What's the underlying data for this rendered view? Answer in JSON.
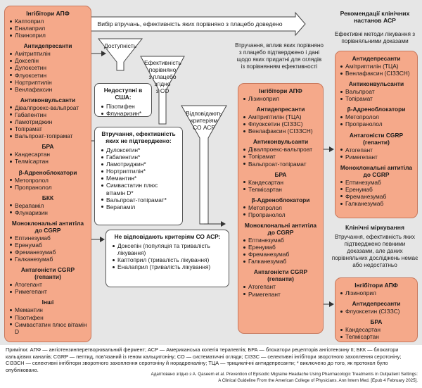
{
  "banner": {
    "text": "Вибір втручань, ефективність яких порівняно з плацебо доведено"
  },
  "funnels": {
    "accessibility": "Доступність",
    "efficacy_lines": [
      "Ефективність",
      "порівняно",
      "з плацебо",
      "згідно",
      "з СО"
    ],
    "acp_lines": [
      "Відповідають",
      "критеріям",
      "СО АСР"
    ]
  },
  "left_panel": {
    "groups": [
      {
        "title": "Інгібітори АПФ",
        "items": [
          "Каптоприл",
          "Еналаприл",
          "Лізиноприл"
        ]
      },
      {
        "title": "Антидепресанти",
        "items": [
          "Амітриптилін",
          "Доксепін",
          "Дулоксетин",
          "Флуоксетин",
          "Нортриптилін",
          "Венлафаксин"
        ]
      },
      {
        "title": "Антиконвульсанти",
        "items": [
          "Дівалпроекс-вальпроат",
          "Габапентин",
          "Ламотриджин",
          "Топірамат",
          "Вальпроат-топірамат"
        ]
      },
      {
        "title": "БРА",
        "items": [
          "Кандесартан",
          "Телмісартан"
        ]
      },
      {
        "title": "β-Адреноблокатори",
        "items": [
          "Метопролол",
          "Пропранолол"
        ]
      },
      {
        "title": "БКК",
        "items": [
          "Верапаміл",
          "Флунаризин"
        ]
      },
      {
        "title": "Моноклональні антитіла до CGRP",
        "items": [
          "Ептинезумаб",
          "Еренумаб",
          "Фреманезумаб",
          "Галканезумаб"
        ]
      },
      {
        "title": "Антагоністи CGRP (гепанти)",
        "items": [
          "Атогепант",
          "Римегепант"
        ]
      },
      {
        "title": "Інші",
        "items": [
          "Мемантин",
          "Пізотифен",
          "Симвастатин плюс вітамін D"
        ]
      }
    ]
  },
  "unavailable": {
    "title": "Недоступні в США:",
    "items": [
      "Пізотифен",
      "Флунаризин*"
    ]
  },
  "not_effective": {
    "title": "Втручання, ефективність яких не підтверджено:",
    "items": [
      "Дулоксетин*",
      "Габапентин*",
      "Ламотриджин*",
      "Нортриптилін*",
      "Мемантин*",
      "Симвастатин плюс вітамін D*",
      "Вальпроат-топірамат*",
      "Верапаміл"
    ]
  },
  "not_acp": {
    "title": "Не відповідають критеріям СО АСР:",
    "items": [
      "Доксепін (популяція та тривалість лікування)",
      "Каптоприл (тривалість лікування)",
      "Еналаприл (тривалість лікування)"
    ]
  },
  "middle_caption": "Втручання, вплив яких порівняно з плацебо підтверджено і дані щодо яких придатні для оглядів із порівнянням ефективності",
  "middle_panel": {
    "groups": [
      {
        "title": "Інгібітори АПФ",
        "items": [
          "Лізиноприл"
        ]
      },
      {
        "title": "Антидепресанти",
        "items": [
          "Амітриптилін (ТЦА)",
          "Флуоксетин (СІЗЗС)",
          "Венлафаксин (СІЗЗСН)"
        ]
      },
      {
        "title": "Антиконвульсанти",
        "items": [
          "Дівалпроекс-вальпроат",
          "Топірамат",
          "Вальпроат-топірамат"
        ]
      },
      {
        "title": "БРА",
        "items": [
          "Кандесартан",
          "Телмісартан"
        ]
      },
      {
        "title": "β-Адреноблокатори",
        "items": [
          "Метопролол",
          "Пропранолол"
        ]
      },
      {
        "title": "Моноклональні антитіла до CGRP",
        "items": [
          "Ептинезумаб",
          "Еренумаб",
          "Фреманезумаб",
          "Галканезумаб"
        ]
      },
      {
        "title": "Антагоністи CGRP (гепанти)",
        "items": [
          "Атогепант",
          "Римегепант"
        ]
      }
    ]
  },
  "rec_header": {
    "title": "Рекомендації клінічних настанов АСР",
    "subtitle": "Ефективні методи лікування з порівняльними доказами"
  },
  "rec_panel": {
    "groups": [
      {
        "title": "Антидепресанти",
        "items": [
          "Амітриптилін (ТЦА)",
          "Венлафаксин (СІЗЗСН)"
        ]
      },
      {
        "title": "Антиконвульсанти",
        "items": [
          "Вальпроат",
          "Топірамат"
        ]
      },
      {
        "title": "β-Адреноблокатори",
        "items": [
          "Метопролол",
          "Пропранолол"
        ]
      },
      {
        "title": "Антагоністи CGRP (гепанти)",
        "items": [
          "Атогепант",
          "Римегепант"
        ]
      },
      {
        "title": "Моноклональні антитіла до CGRP",
        "items": [
          "Ептинезумаб",
          "Еренумаб",
          "Фреманезумаб",
          "Галканезумаб"
        ]
      }
    ]
  },
  "clinical": {
    "title": "Клінічні міркування",
    "text": "Втручання, ефективність яких підтверджено певними доказами, але даних порівняльних досліджень немає або недостатньо"
  },
  "clin_panel": {
    "groups": [
      {
        "title": "Інгібітори АПФ",
        "items": [
          "Лізиноприл"
        ]
      },
      {
        "title": "Антидепресанти",
        "items": [
          "Флуоксетин (СІЗЗС)"
        ]
      },
      {
        "title": "БРА",
        "items": [
          "Кандесартан",
          "Телмісартан"
        ]
      }
    ]
  },
  "footnote": "Примітки: АПФ — ангіотензинперетворювальний фермент; АСР — Американська колегія терапевтів; БРА — блокатори рецепторів ангіотензину II; БКК — блокатори кальцієвих каналів; CGRP — пептид, пов'язаний із геном кальцитоніну; СО — систематичні огляди; СІЗЗС — селективні інгібітори зворотного захоплення серотоніну; СІЗЗСН — селективні інгібітори зворотного захоплення серотоніну й норадреналіну; ТЦА — трициклічні антидепресанти; * виключено до того, як протокол було опубліковано.",
  "credit": [
    "Адаптовано згідно з A. Qaseem et al. Prevention of Episodic Migraine Headache Using Pharmacologic Treatments in Outpatient Settings:",
    "A Clinical Guideline From the American College of Physicians. Ann Intern Med. [Epub 4 February 2025]."
  ],
  "colors": {
    "panel_fill": "#f5a98a",
    "panel_border": "#c8785c",
    "canvas": "#e6e6e6",
    "arrow": "#333333"
  }
}
